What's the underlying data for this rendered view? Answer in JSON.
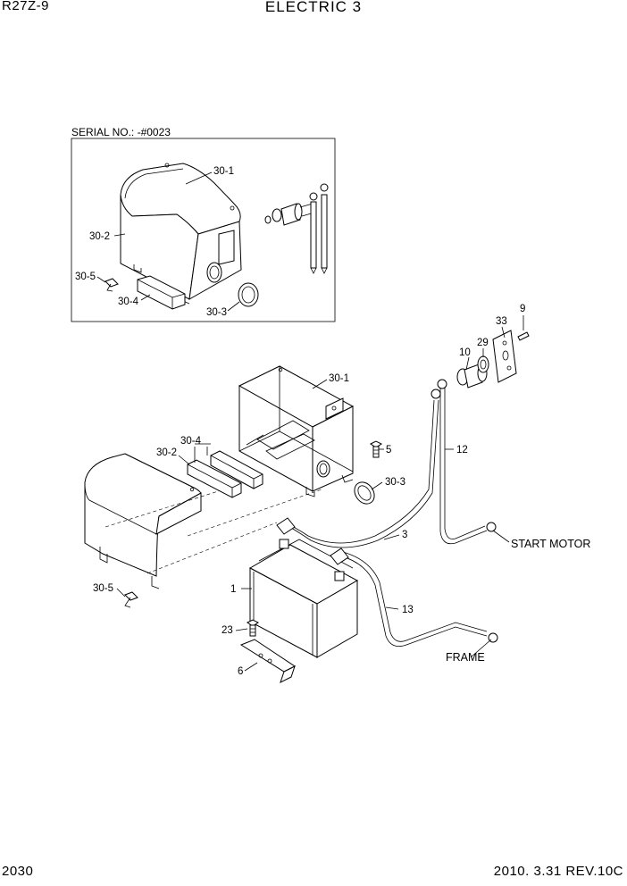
{
  "header": {
    "model": "R27Z-9",
    "title": "ELECTRIC 3"
  },
  "footer": {
    "page_number": "2030",
    "revision": "2010. 3.31  REV.10C"
  },
  "inset": {
    "serial_note": "SERIAL NO.: -#0023"
  },
  "callouts": {
    "inset_30_1": "30-1",
    "inset_30_2": "30-2",
    "inset_30_5": "30-5",
    "inset_30_4": "30-4",
    "inset_30_3": "30-3",
    "c33": "33",
    "c9": "9",
    "c29": "29",
    "c10": "10",
    "c30_1": "30-1",
    "c30_4": "30-4",
    "c30_2": "30-2",
    "c5": "5",
    "c12": "12",
    "c30_3": "30-3",
    "c3": "3",
    "c1": "1",
    "c30_5": "30-5",
    "c13": "13",
    "c23": "23",
    "c6": "6",
    "start_motor": "START MOTOR",
    "frame": "FRAME"
  }
}
